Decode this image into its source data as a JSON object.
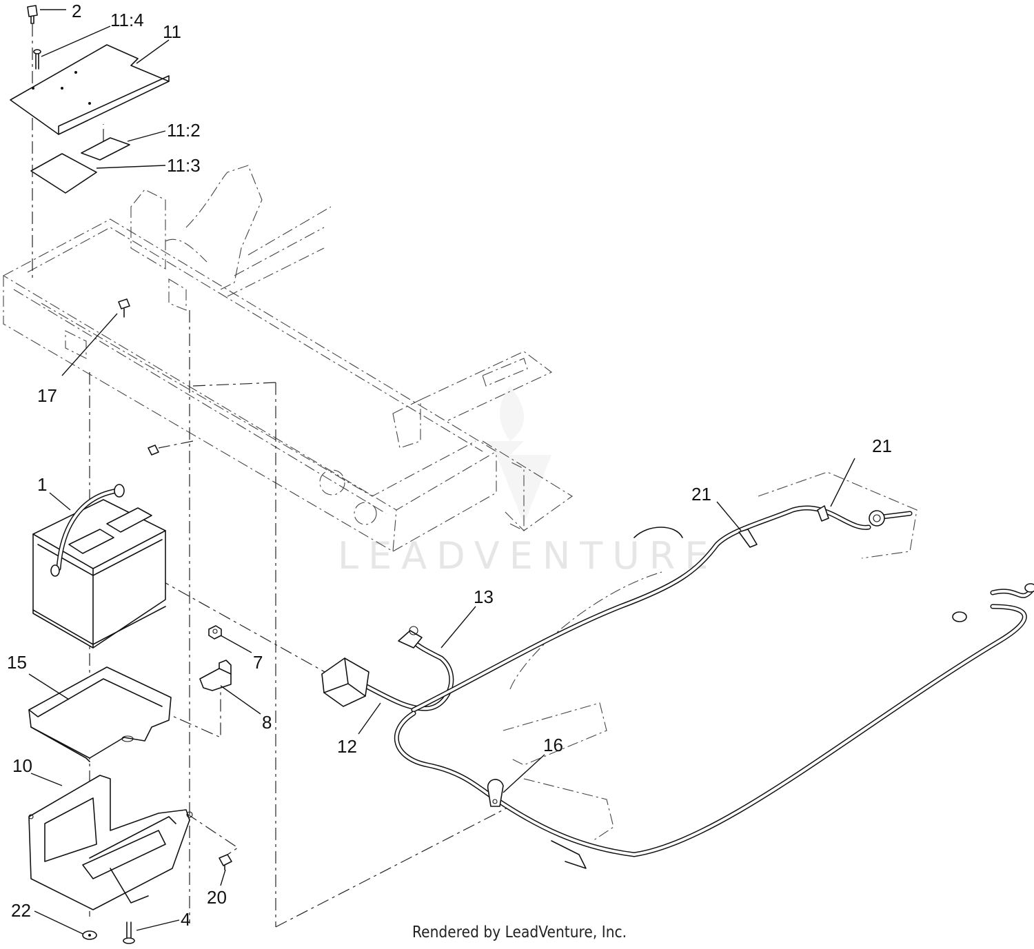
{
  "watermark": "LEADVENTURE",
  "footer": "Rendered by LeadVenture, Inc.",
  "callouts": [
    {
      "id": "c2",
      "text": "2"
    },
    {
      "id": "c11-4",
      "text": "11:4"
    },
    {
      "id": "c11",
      "text": "11"
    },
    {
      "id": "c11-2",
      "text": "11:2"
    },
    {
      "id": "c11-3",
      "text": "11:3"
    },
    {
      "id": "c17",
      "text": "17"
    },
    {
      "id": "c1",
      "text": "1"
    },
    {
      "id": "c21a",
      "text": "21"
    },
    {
      "id": "c21b",
      "text": "21"
    },
    {
      "id": "c13",
      "text": "13"
    },
    {
      "id": "c15",
      "text": "15"
    },
    {
      "id": "c7",
      "text": "7"
    },
    {
      "id": "c8",
      "text": "8"
    },
    {
      "id": "c12",
      "text": "12"
    },
    {
      "id": "c10",
      "text": "10"
    },
    {
      "id": "c16",
      "text": "16"
    },
    {
      "id": "c20",
      "text": "20"
    },
    {
      "id": "c22",
      "text": "22"
    },
    {
      "id": "c4",
      "text": "4"
    }
  ]
}
